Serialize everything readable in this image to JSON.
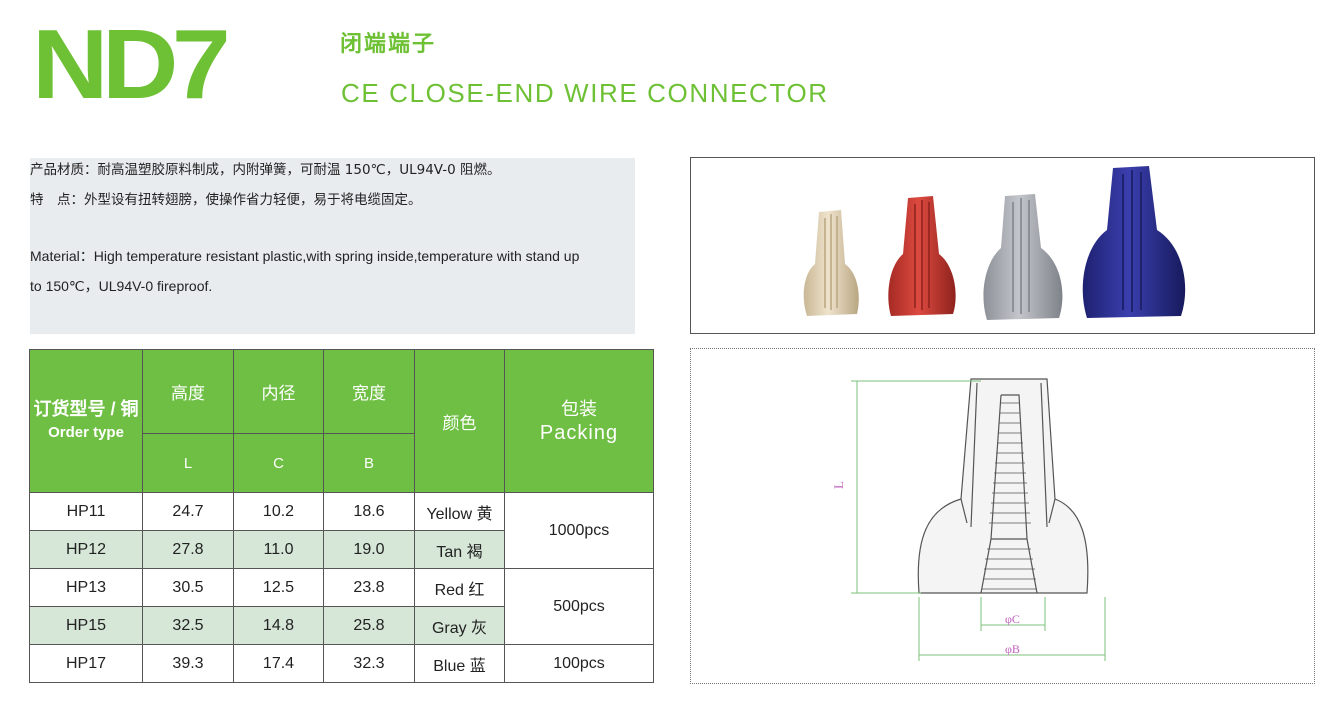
{
  "header": {
    "logo": "ND7",
    "cn_title": "闭端端子",
    "en_title": "CE CLOSE-END WIRE CONNECTOR"
  },
  "description": {
    "material_cn": "产品材质：耐高温塑胶原料制成，内附弹簧，可耐温 150℃，UL94V-0 阻燃。",
    "feature_cn": "特　点：外型设有扭转翅膀，使操作省力轻便，易于将电缆固定。",
    "material_en_line1": "Material：High temperature resistant plastic,with spring inside,temperature with stand up",
    "material_en_line2": "to 150℃，UL94V-0 fireproof."
  },
  "table": {
    "headers": {
      "order_type_cn": "订货型号 / 铜",
      "order_type_en": "Order type",
      "height": "高度",
      "inner_diameter": "内径",
      "width": "宽度",
      "color": "颜色",
      "packing_cn": "包装",
      "packing_en": "Packing",
      "sub_l": "L",
      "sub_c": "C",
      "sub_b": "B"
    },
    "rows": [
      {
        "type": "HP11",
        "l": "24.7",
        "c": "10.2",
        "b": "18.6",
        "color": "Yellow 黄"
      },
      {
        "type": "HP12",
        "l": "27.8",
        "c": "11.0",
        "b": "19.0",
        "color": "Tan 褐"
      },
      {
        "type": "HP13",
        "l": "30.5",
        "c": "12.5",
        "b": "23.8",
        "color": "Red 红"
      },
      {
        "type": "HP15",
        "l": "32.5",
        "c": "14.8",
        "b": "25.8",
        "color": "Gray 灰"
      },
      {
        "type": "HP17",
        "l": "39.3",
        "c": "17.4",
        "b": "32.3",
        "color": "Blue 蓝"
      }
    ],
    "packing": [
      "1000pcs",
      "500pcs",
      "100pcs"
    ]
  },
  "drawing": {
    "label_l": "L",
    "label_c": "φC",
    "label_b": "φB"
  },
  "colors": {
    "brand_green": "#6ec135",
    "header_green": "#6ebf43",
    "row_alt": "#d6e7d8",
    "desc_bg": "#e9ecef",
    "dimension_line": "#7cc27a",
    "dimension_label": "#c060c0",
    "connector_tan": "#e3d4b8",
    "connector_red": "#c93a32",
    "connector_gray": "#a9adb4",
    "connector_blue": "#2b2f8f"
  }
}
